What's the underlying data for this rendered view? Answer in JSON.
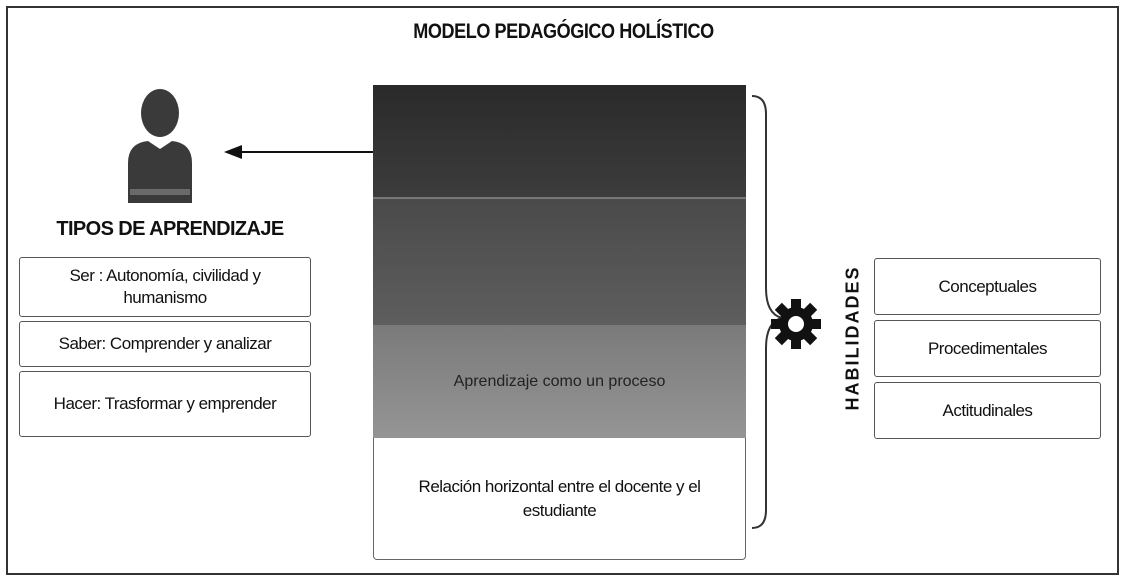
{
  "diagram": {
    "title": "MODELO PEDAGÓGICO HOLÍSTICO",
    "tipos_heading": "TIPOS DE APRENDIZAJE",
    "tipos_items": [
      "Ser : Autonomía, civilidad y humanismo",
      "Saber: Comprender y analizar",
      "Hacer: Trasformar y emprender"
    ],
    "center_layers": [
      "",
      "",
      "Aprendizaje como un proceso",
      "Relación horizontal entre el docente y el estudiante"
    ],
    "habilidades_label": "HABILIDADES",
    "habilidades_items": [
      "Conceptuales",
      "Procedimentales",
      "Actitudinales"
    ]
  },
  "colors": {
    "frame": "#333333",
    "layer_dark": "#2a2a2a",
    "layer_mid": "#555555",
    "layer_light": "#8a8a8a"
  },
  "icons": [
    "person-icon",
    "arrow-left-icon",
    "gear-icon",
    "curly-brace"
  ]
}
